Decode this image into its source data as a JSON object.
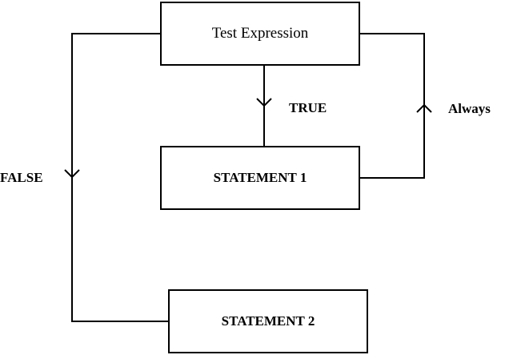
{
  "nodes": {
    "test_expression": "Test Expression",
    "statement_1": "STATEMENT 1",
    "statement_2": "STATEMENT 2"
  },
  "edges": {
    "true_label": "TRUE",
    "false_label": "FALSE",
    "always_label": "Always"
  },
  "colors": {
    "line": "#000000",
    "background": "#ffffff"
  }
}
